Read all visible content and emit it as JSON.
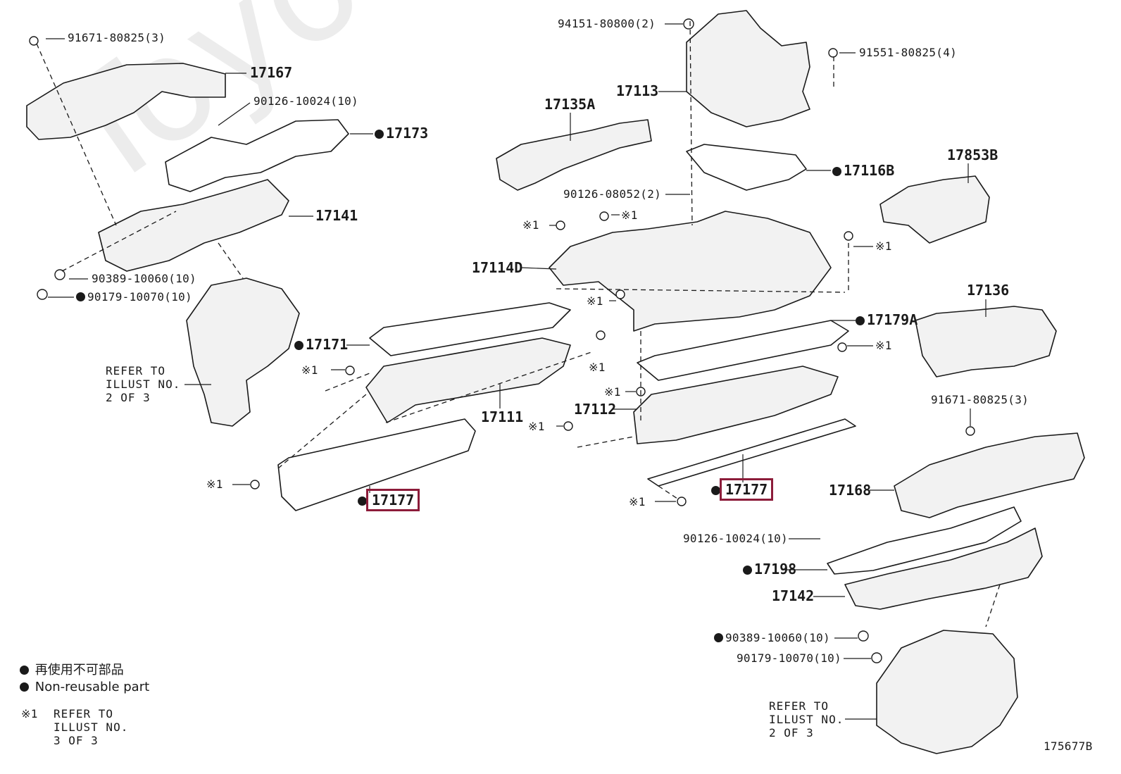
{
  "watermark": "ToyotaCarPartsOnline.ru",
  "diagram_id": "175677B",
  "legend": {
    "mark_line1": "再使用不可部品",
    "mark_line2": "Non-reusable part",
    "note_mark": "※1",
    "note_text": "REFER TO\nILLUST NO.\n3 OF 3"
  },
  "refer_left": "REFER TO\nILLUST NO.\n2 OF 3",
  "refer_right": "REFER TO\nILLUST NO.\n2 OF 3",
  "labels": {
    "p91671_top": "91671-80825(3)",
    "p17167": "17167",
    "p90126_10024_top": "90126-10024(10)",
    "p17173": "17173",
    "p17141": "17141",
    "p90389_top": "90389-10060(10)",
    "p90179_top": "90179-10070(10)",
    "p17171": "17171",
    "x1_a": "※1",
    "p17111": "17111",
    "x1_b": "※1",
    "p17177_left": "17177",
    "p94151": "94151-80800(2)",
    "p91551": "91551-80825(4)",
    "p17113": "17113",
    "p17135A": "17135A",
    "p17116B": "17116B",
    "p17853B": "17853B",
    "p90126_08052": "90126-08052(2)",
    "x1_c": "※1",
    "x1_d": "※1",
    "x1_e": "※1",
    "p17114D": "17114D",
    "x1_f": "※1",
    "p17179A": "17179A",
    "p17136": "17136",
    "x1_g": "※1",
    "x1_h": "※1",
    "x1_i": "※1",
    "p17112": "17112",
    "x1_j": "※1",
    "p17177_right": "17177",
    "x1_k": "※1",
    "p91671_right": "91671-80825(3)",
    "p17168": "17168",
    "p90126_10024_right": "90126-10024(10)",
    "p17198": "17198",
    "p17142": "17142",
    "p90389_right": "90389-10060(10)",
    "p90179_right": "90179-10070(10)"
  },
  "colors": {
    "line": "#1a1a1a",
    "highlight": "#8c1c3a",
    "part_fill": "#f2f2f2",
    "watermark": "#ececec"
  }
}
